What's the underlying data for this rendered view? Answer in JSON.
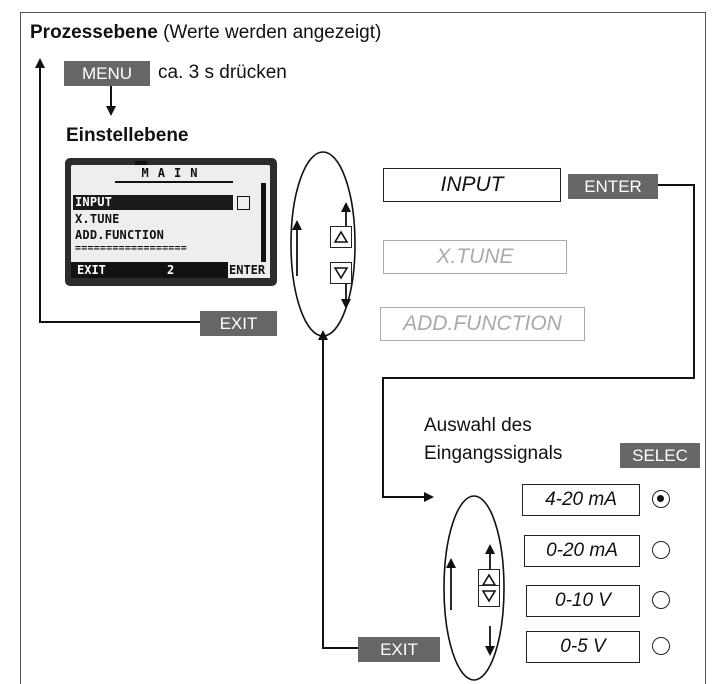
{
  "header": {
    "title_bold": "Prozessebene",
    "title_rest": "(Werte werden angezeigt)"
  },
  "keys": {
    "menu": "MENU",
    "menu_hint": "ca. 3 s drücken",
    "enter": "ENTER",
    "exit_top": "EXIT",
    "exit_bottom": "EXIT",
    "selec": "SELEC"
  },
  "settings_level_label": "Einstellebene",
  "lcd": {
    "title": "MAIN",
    "lines": [
      "INPUT",
      "X.TUNE",
      "ADD.FUNCTION",
      "=================="
    ],
    "footer_left": "EXIT",
    "footer_mid": "2",
    "footer_right": "ENTER"
  },
  "menu_items": [
    {
      "label": "INPUT",
      "active": true
    },
    {
      "label": "X.TUNE",
      "active": false
    },
    {
      "label": "ADD.FUNCTION",
      "active": false
    }
  ],
  "signal_selection": {
    "caption_line1": "Auswahl des",
    "caption_line2": "Eingangssignals",
    "options": [
      {
        "label": "4-20 mA",
        "selected": true
      },
      {
        "label": "0-20 mA",
        "selected": false
      },
      {
        "label": "0-10 V",
        "selected": false
      },
      {
        "label": "0-5 V",
        "selected": false
      }
    ]
  }
}
